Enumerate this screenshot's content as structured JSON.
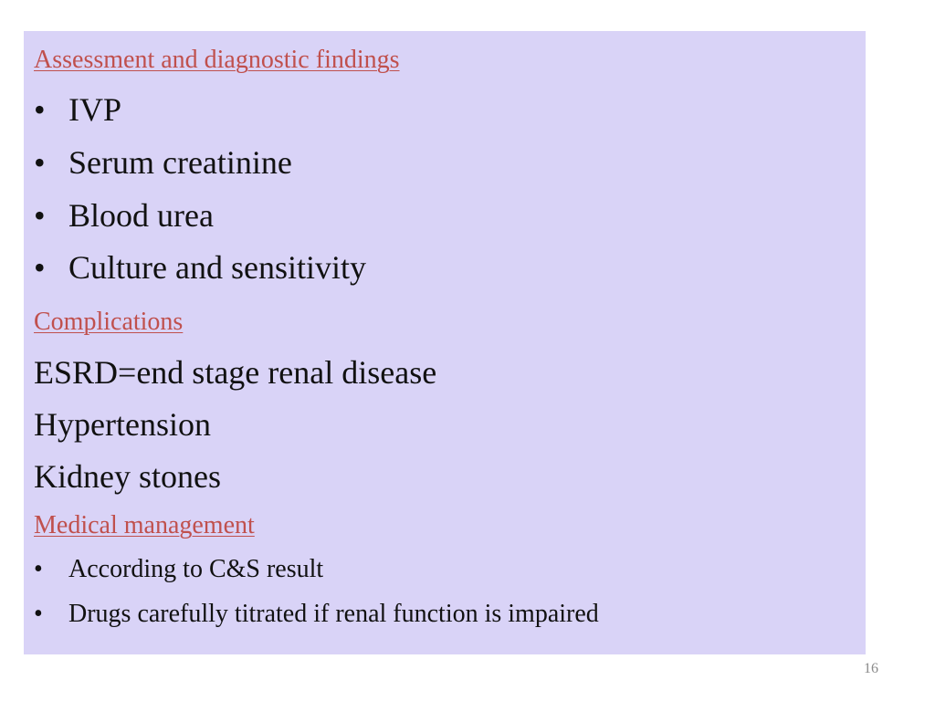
{
  "sections": {
    "assessment": {
      "heading": "Assessment and diagnostic findings",
      "items": [
        "IVP",
        "Serum creatinine",
        "Blood urea",
        "Culture and sensitivity"
      ]
    },
    "complications": {
      "heading": "Complications",
      "lines": [
        "ESRD=end stage renal disease",
        "Hypertension",
        "Kidney stones"
      ]
    },
    "management": {
      "heading": "Medical management",
      "items": [
        "According to C&S result",
        "Drugs carefully titrated if renal function is impaired"
      ]
    }
  },
  "bullet_symbol": "•",
  "page_number": "16",
  "colors": {
    "panel_background": "#d9d3f7",
    "heading_accent": "#c0504d",
    "body_text": "#111111"
  }
}
